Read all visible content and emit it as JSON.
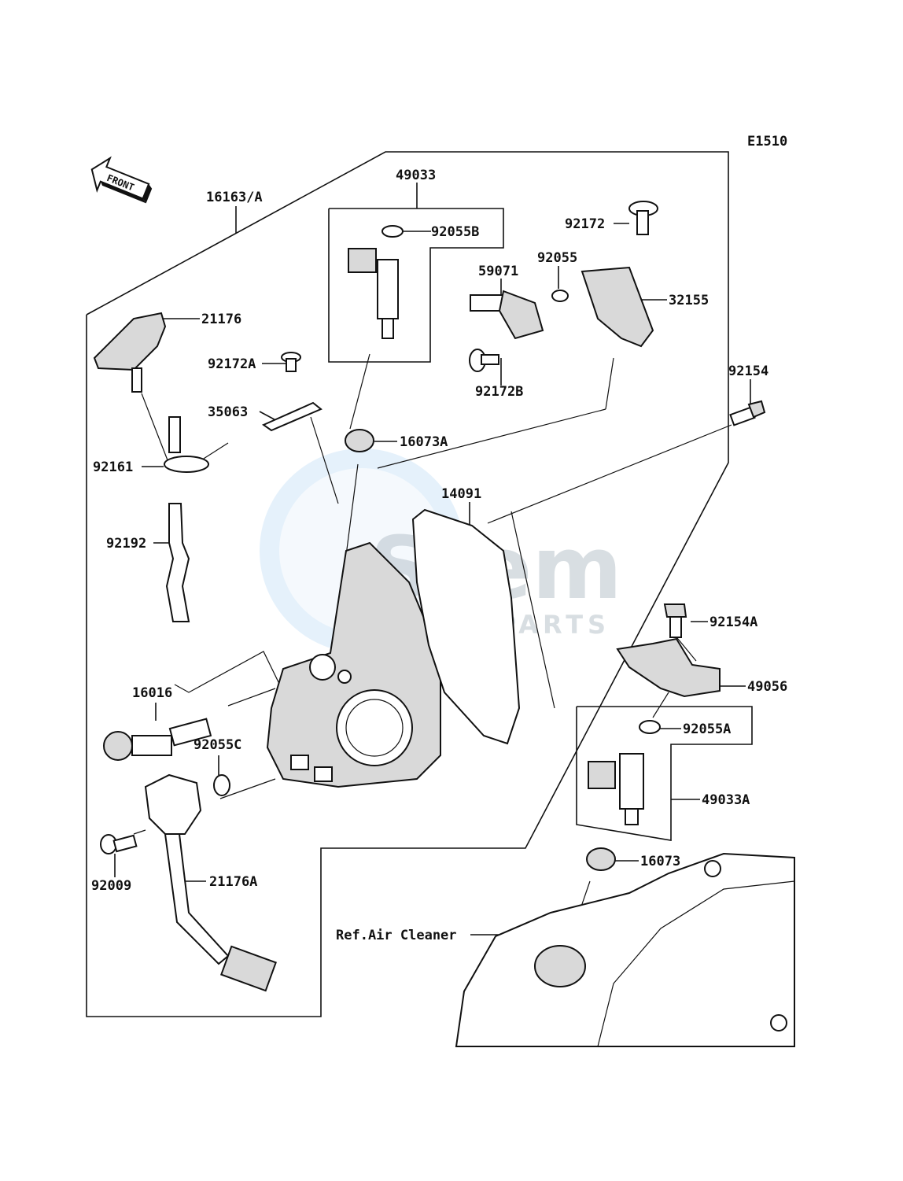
{
  "diagram_code": "E1510",
  "front_label": "FRONT",
  "watermark": {
    "brand": "Stem",
    "sub": "MOTORPARTS"
  },
  "reference": "Ref.Air Cleaner",
  "parts": [
    {
      "id": "p-16163",
      "label": "16163/A"
    },
    {
      "id": "p-49033",
      "label": "49033"
    },
    {
      "id": "p-92055B",
      "label": "92055B"
    },
    {
      "id": "p-92172",
      "label": "92172"
    },
    {
      "id": "p-59071",
      "label": "59071"
    },
    {
      "id": "p-92055",
      "label": "92055"
    },
    {
      "id": "p-32155",
      "label": "32155"
    },
    {
      "id": "p-21176",
      "label": "21176"
    },
    {
      "id": "p-92172A",
      "label": "92172A"
    },
    {
      "id": "p-92172B",
      "label": "92172B"
    },
    {
      "id": "p-35063",
      "label": "35063"
    },
    {
      "id": "p-92154",
      "label": "92154"
    },
    {
      "id": "p-16073A",
      "label": "16073A"
    },
    {
      "id": "p-92161",
      "label": "92161"
    },
    {
      "id": "p-14091",
      "label": "14091"
    },
    {
      "id": "p-92192",
      "label": "92192"
    },
    {
      "id": "p-92154A",
      "label": "92154A"
    },
    {
      "id": "p-49056",
      "label": "49056"
    },
    {
      "id": "p-16016",
      "label": "16016"
    },
    {
      "id": "p-92055A",
      "label": "92055A"
    },
    {
      "id": "p-92055C",
      "label": "92055C"
    },
    {
      "id": "p-49033A",
      "label": "49033A"
    },
    {
      "id": "p-16073",
      "label": "16073"
    },
    {
      "id": "p-92009",
      "label": "92009"
    },
    {
      "id": "p-21176A",
      "label": "21176A"
    }
  ]
}
